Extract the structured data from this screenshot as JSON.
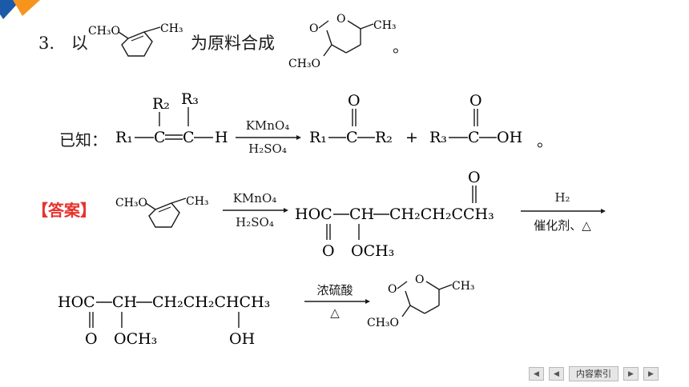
{
  "question": {
    "number": "3.",
    "prefix": "以",
    "middle": "为原料合成",
    "suffix": "。"
  },
  "known": {
    "label": "已知：",
    "reagent_top": "KMnO₄",
    "reagent_bottom": "H₂SO₄",
    "end": "。"
  },
  "answer": {
    "label": "【答案】",
    "step1_top": "KMnO₄",
    "step1_bottom": "H₂SO₄",
    "step2_top": "H₂",
    "step2_bottom": "催化剂、△",
    "step3_top": "浓硫酸",
    "step3_bottom": "△"
  },
  "nav": {
    "first": "◀",
    "prev": "◀",
    "index_label": "内容索引",
    "next": "▶",
    "last": "▶"
  },
  "colors": {
    "accent_orange": "#f7941d",
    "accent_blue": "#1a5aa8",
    "answer_red": "#e8322e"
  }
}
